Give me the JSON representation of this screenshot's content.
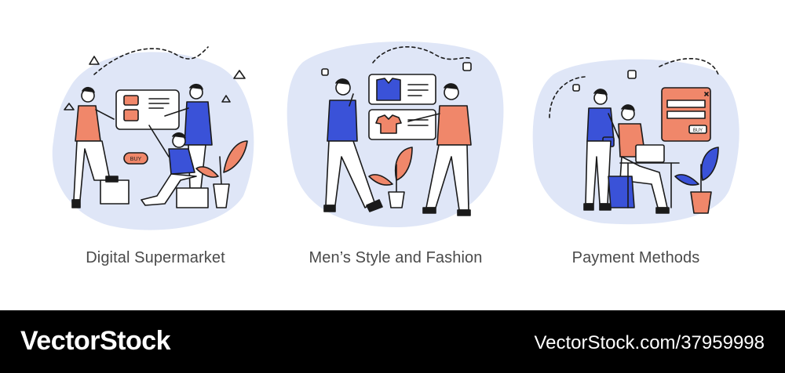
{
  "illustrations": [
    {
      "caption": "Digital Supermarket",
      "button_text": "BUY"
    },
    {
      "caption": "Men’s Style and Fashion"
    },
    {
      "caption": "Payment Methods",
      "button_text": "BUY"
    }
  ],
  "footer": {
    "brand": "VectorStock",
    "url": "VectorStock.com/37959998"
  },
  "colors": {
    "blob": "#dfe6f7",
    "blue": "#3a52d8",
    "orange": "#f0876a",
    "outline": "#1a1a1a",
    "footer_bg": "#000000"
  }
}
